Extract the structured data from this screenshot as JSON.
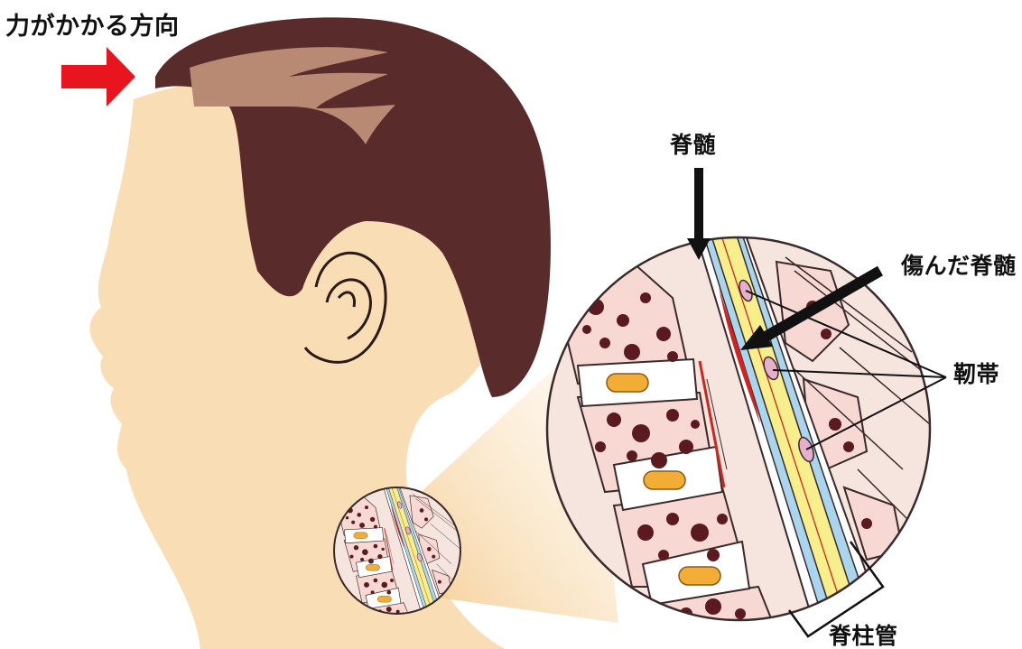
{
  "labels": {
    "force_direction": "力がかかる方向",
    "spinal_cord": "脊髄",
    "injured_spinal_cord": "傷んだ脊髄",
    "ligament": "靭帯",
    "spinal_canal": "脊柱管"
  },
  "colors": {
    "skin": "#f9deb5",
    "hair": "#5a2b2b",
    "hair_highlight": "#b98a73",
    "force_arrow": "#e8141e",
    "spinal_cord": "#f7ef8c",
    "dura": "#a9d6ee",
    "bone_marrow": "#f7d8d3",
    "bone_spot": "#5a1a1f",
    "disc_nucleus": "#f2ad36",
    "injury": "#d2231c",
    "ligament": "#e5b0cd"
  },
  "icons": [
    "force-arrow-icon",
    "spinal-cord-pointer-icon",
    "injury-pointer-icon"
  ]
}
